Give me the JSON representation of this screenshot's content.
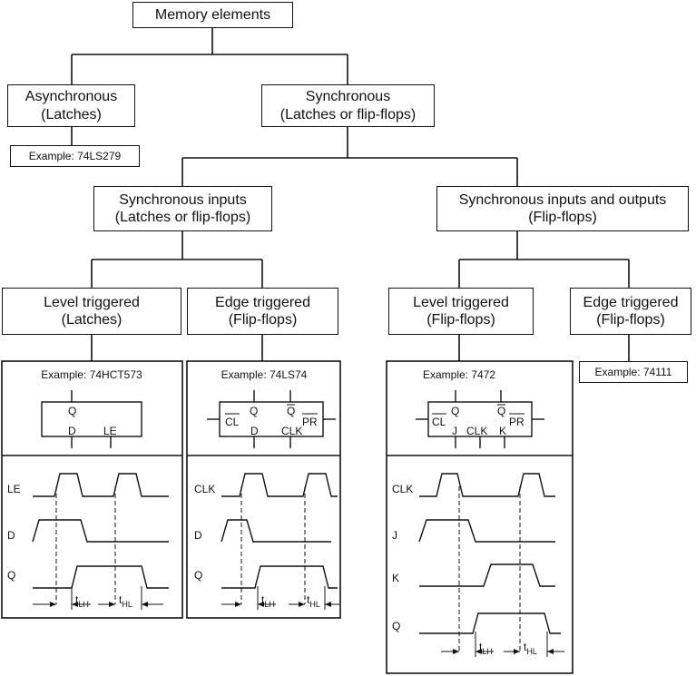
{
  "root": {
    "label": "Memory elements"
  },
  "async": {
    "line1": "Asynchronous",
    "line2": "(Latches)",
    "example": "Example: 74LS279"
  },
  "sync": {
    "line1": "Synchronous",
    "line2": "(Latches or flip-flops)"
  },
  "sync_inputs": {
    "line1": "Synchronous inputs",
    "line2": "(Latches or flip-flops)"
  },
  "sync_io": {
    "line1": "Synchronous inputs and outputs",
    "line2": "(Flip-flops)"
  },
  "level_latch": {
    "line1": "Level triggered",
    "line2": "(Latches)",
    "example": "Example: 74HCT573"
  },
  "edge_ff": {
    "line1": "Edge triggered",
    "line2": "(Flip-flops)",
    "example": "Example: 74LS74"
  },
  "level_ff": {
    "line1": "Level triggered",
    "line2": "(Flip-flops)",
    "example": "Example: 7472"
  },
  "edge_ff2": {
    "line1": "Edge triggered",
    "line2": "(Flip-flops)",
    "example": "Example: 74111"
  },
  "pins": {
    "q": "Q",
    "q_bar": "Q",
    "d": "D",
    "le": "LE",
    "clk": "CLK",
    "cl": "CL",
    "pr": "PR",
    "j": "J",
    "k": "K"
  },
  "timing": {
    "t": "t",
    "lh": "LH",
    "hl": "HL"
  },
  "signals": {
    "le": "LE",
    "d": "D",
    "q": "Q",
    "clk": "CLK",
    "j": "J",
    "k": "K"
  }
}
